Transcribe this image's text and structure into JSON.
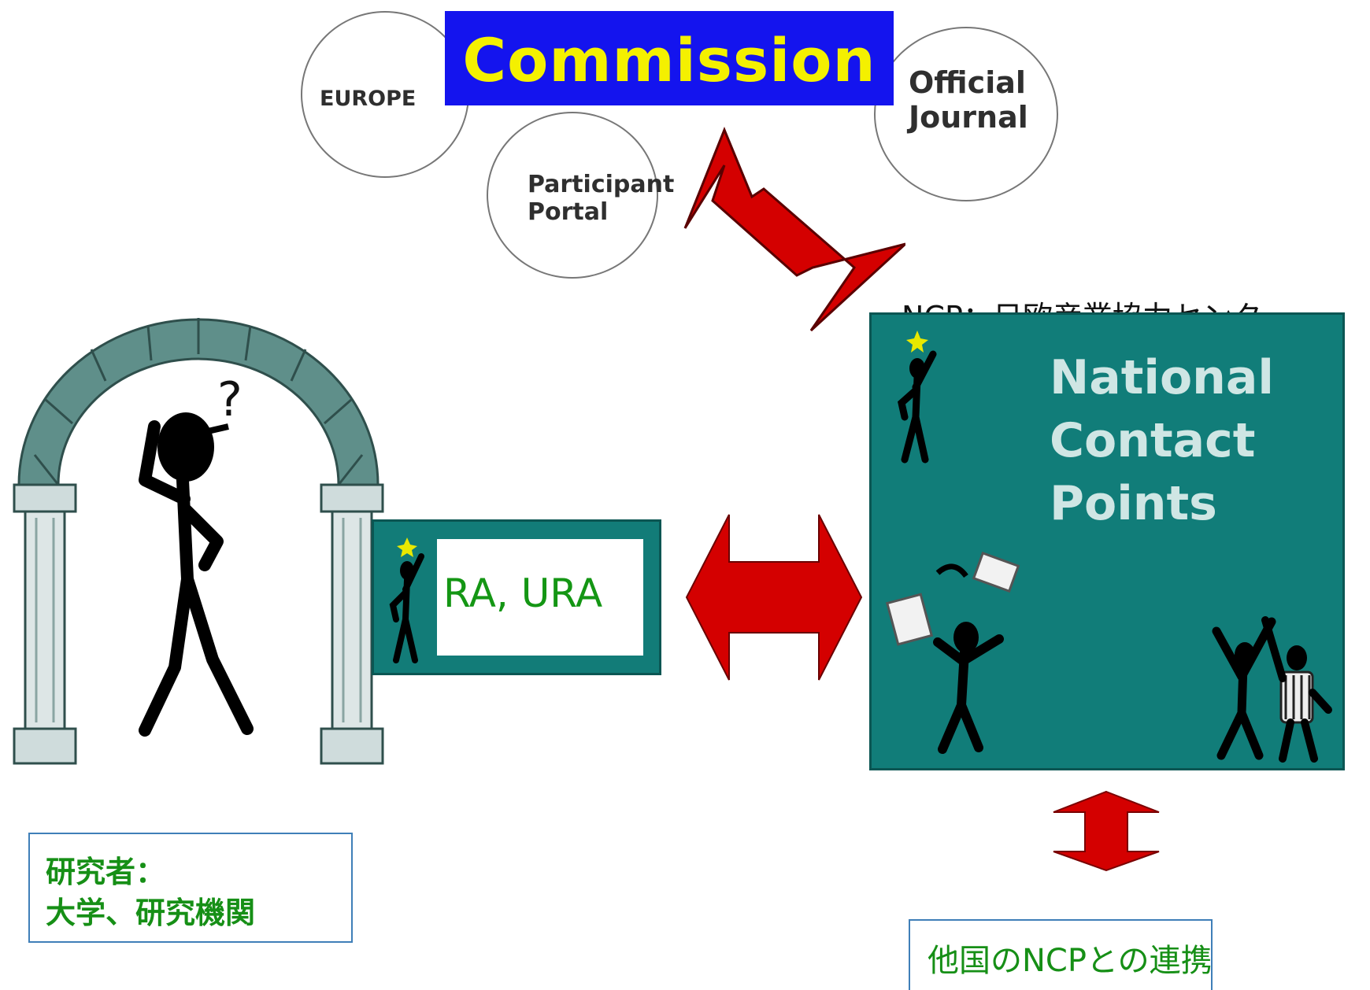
{
  "commission": {
    "title": "Commission"
  },
  "circles": {
    "europe": "EUROPE",
    "participant_portal": [
      "Participant",
      "Portal"
    ],
    "official_journal": [
      "Official",
      "Journal"
    ]
  },
  "ncp": {
    "caption": "NCP：日欧産業協力センター",
    "title_lines": [
      "National",
      "Contact",
      "Points"
    ]
  },
  "ra": {
    "label": "RA, URA"
  },
  "researcher": {
    "lines": [
      "研究者：",
      "大学、研究機関"
    ]
  },
  "other_ncp": {
    "label": "他国のNCPとの連携"
  },
  "colors": {
    "commission_bg": "#1414ee",
    "commission_text": "#f4f000",
    "teal": "#117d79",
    "arrow_red": "#d40000",
    "label_green": "#168f16",
    "box_border": "#3f7fb8"
  }
}
